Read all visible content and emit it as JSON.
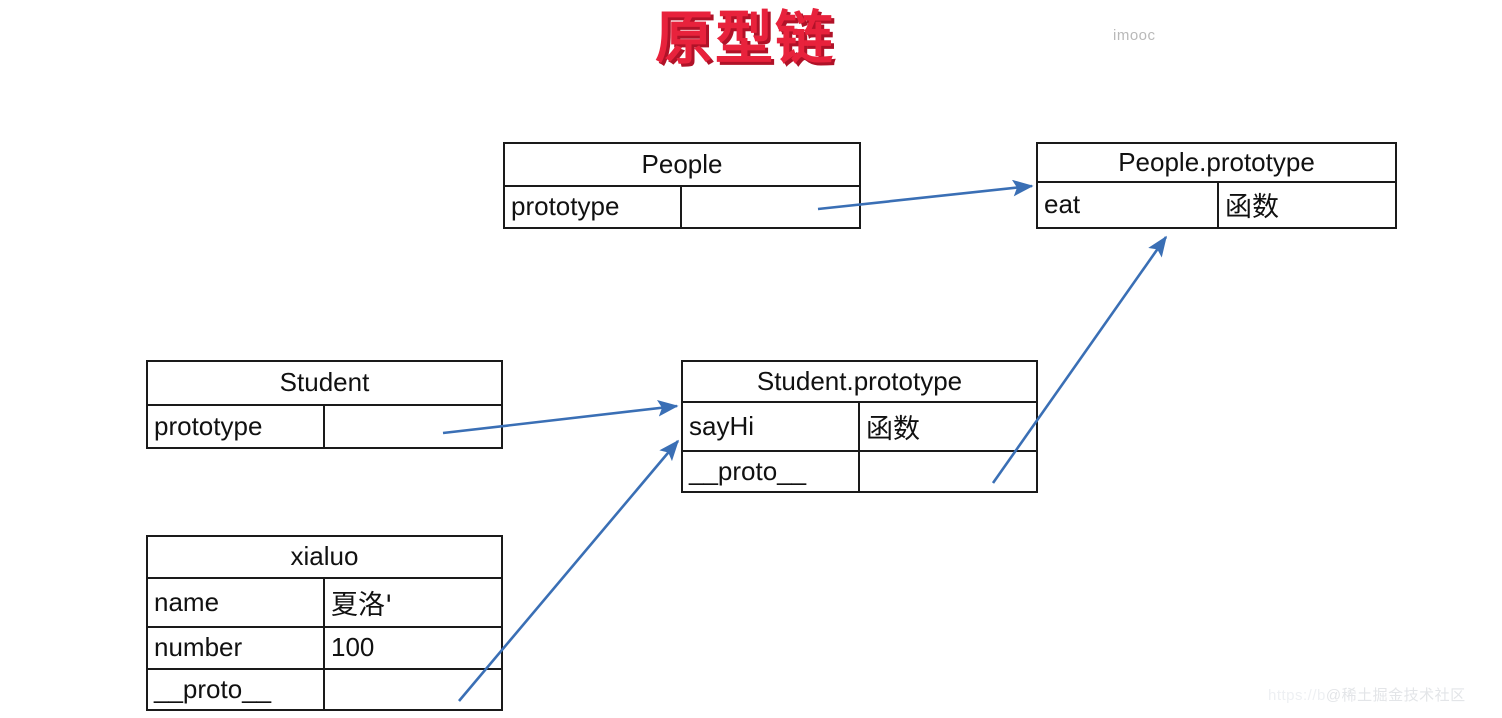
{
  "title": {
    "text": "原型链",
    "color": "#e8223c"
  },
  "brand": {
    "imooc": "imooc"
  },
  "watermark": {
    "url": "https://b",
    "handle": "@稀土掘金技术社区"
  },
  "theme": {
    "arrow_color": "#3a6fb5",
    "border_color": "#1a1a1a",
    "background": "#ffffff"
  },
  "boxes": {
    "people": {
      "name": "people-box",
      "title": "People",
      "rows": [
        {
          "key": "prototype",
          "value": ""
        }
      ]
    },
    "people_prototype": {
      "name": "people-prototype-box",
      "title": "People.prototype",
      "rows": [
        {
          "key": "eat",
          "value": "函数"
        }
      ]
    },
    "student": {
      "name": "student-box",
      "title": "Student",
      "rows": [
        {
          "key": "prototype",
          "value": ""
        }
      ]
    },
    "student_prototype": {
      "name": "student-prototype-box",
      "title": "Student.prototype",
      "rows": [
        {
          "key": "sayHi",
          "value": "函数"
        },
        {
          "key": "__proto__",
          "value": ""
        }
      ]
    },
    "xialuo": {
      "name": "xialuo-box",
      "title": "xialuo",
      "rows": [
        {
          "key": "name",
          "value": "夏洛'"
        },
        {
          "key": "number",
          "value": "100"
        },
        {
          "key": "__proto__",
          "value": ""
        }
      ]
    }
  },
  "arrows": [
    {
      "name": "people-prototype-arrow",
      "from": "People.prototype cell",
      "to": "People.prototype box"
    },
    {
      "name": "student-prototype-arrow",
      "from": "Student.prototype cell",
      "to": "Student.prototype box"
    },
    {
      "name": "student-proto-to-people-prototype-arrow",
      "from": "Student.prototype __proto__ cell",
      "to": "People.prototype box"
    },
    {
      "name": "xialuo-proto-to-student-prototype-arrow",
      "from": "xialuo __proto__ cell",
      "to": "Student.prototype box"
    }
  ]
}
